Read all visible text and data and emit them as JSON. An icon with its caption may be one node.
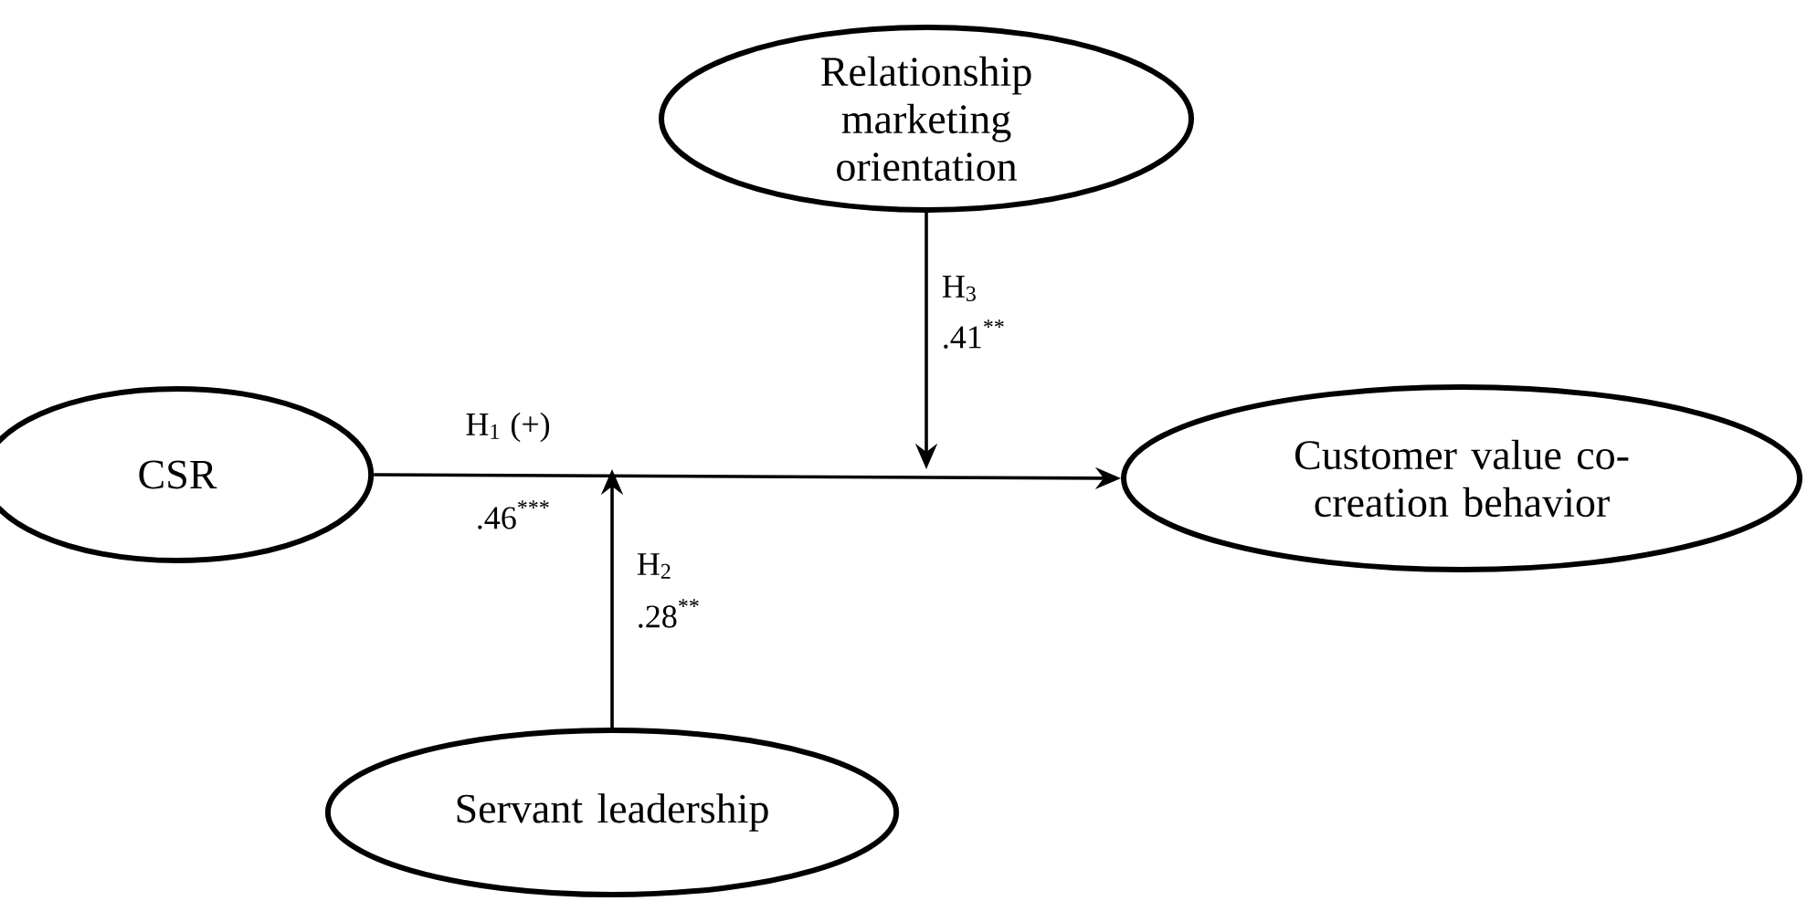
{
  "diagram": {
    "nodes": [
      {
        "text": [
          "Relationship marketing orientation"
        ]
      },
      {
        "text": [
          "CSR"
        ]
      },
      {
        "text": [
          "Customer value co-creation behavior"
        ]
      },
      {
        "text": [
          "Servant leadership"
        ]
      }
    ],
    "edges": [
      {
        "from": 1,
        "to": 2,
        "arrow": "to",
        "label": "H$_{1}$ (+)"
      },
      {
        "from": 0,
        "to": null,
        "arrow": "to"
      },
      {
        "from": 3,
        "to": null,
        "arrow": "to"
      }
    ],
    "labels": [
      ".46$^{***}$",
      "H$_{3}$",
      ".41$^{**}$",
      "H$_{2}$",
      ".28$^{**}$"
    ]
  }
}
